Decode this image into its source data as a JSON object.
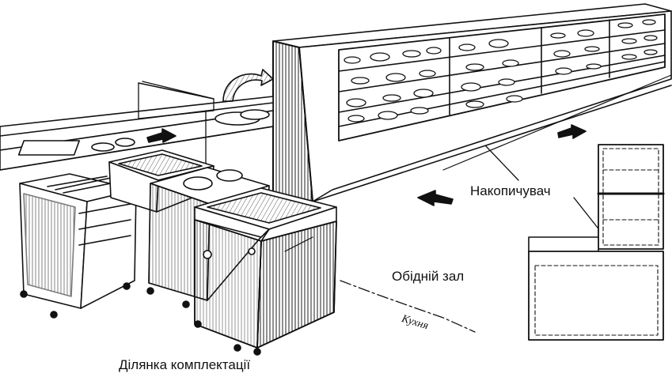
{
  "labels": {
    "accumulator": "Накопичувач",
    "dining_hall": "Обідній зал",
    "kitchen": "Кухня",
    "assembly_area": "Ділянка комплектації"
  },
  "colors": {
    "ink": "#111111",
    "paper": "#ffffff",
    "hatch": "#333333"
  }
}
